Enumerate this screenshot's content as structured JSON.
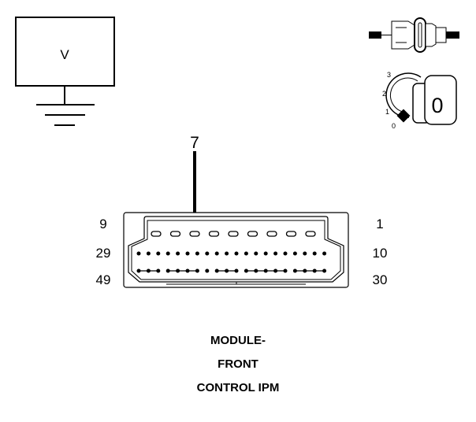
{
  "meter": {
    "symbol": "V"
  },
  "key_switch": {
    "positions": [
      "0",
      "1",
      "2",
      "3"
    ],
    "current_position": "0"
  },
  "pointer": {
    "pin_label": "7"
  },
  "connector": {
    "left_labels": [
      "9",
      "29",
      "49"
    ],
    "right_labels": [
      "1",
      "10",
      "30"
    ]
  },
  "caption": {
    "line1": "MODULE-",
    "line2": "FRONT",
    "line3": "CONTROL IPM"
  },
  "colors": {
    "ink": "#000000",
    "background": "#ffffff"
  }
}
